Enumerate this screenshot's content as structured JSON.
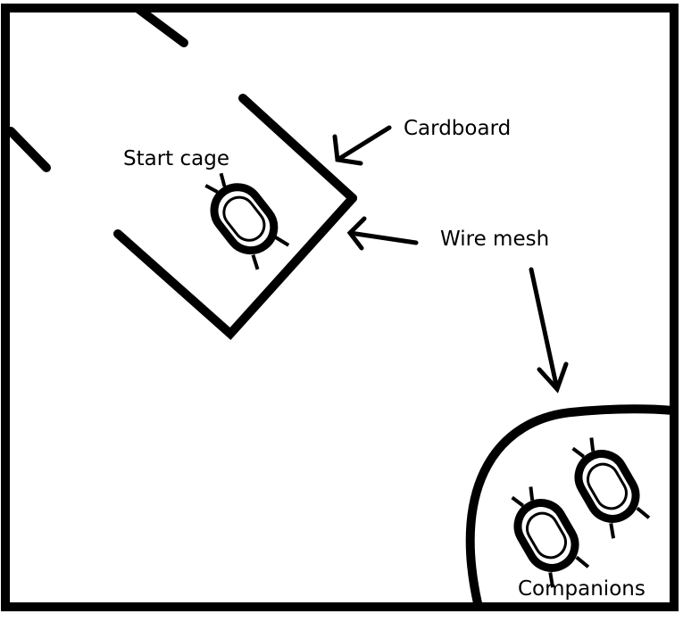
{
  "labels": {
    "start_cage": "Start cage",
    "cardboard": "Cardboard",
    "wire_mesh": "Wire mesh",
    "companions": "Companions"
  },
  "colors": {
    "ink": "#000000",
    "background": "#ffffff"
  }
}
